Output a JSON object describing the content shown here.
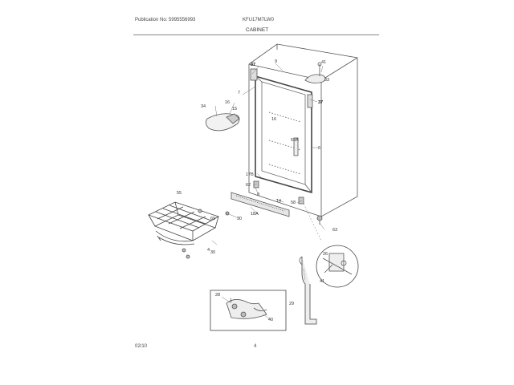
{
  "header": {
    "publication": "Publication No: 5995556993",
    "model": "KFU17M7LW0",
    "section": "CABINET"
  },
  "footer": {
    "date": "02/10",
    "page": "4"
  },
  "callouts": {
    "c37a": "37",
    "c9": "9",
    "c41": "41",
    "c33": "33",
    "c37b": "37",
    "c7": "7",
    "c16": "16",
    "c34": "34",
    "c15": "15",
    "c16b": "16",
    "c59a": "59A",
    "c6": "6",
    "c17b": "17B",
    "c62": "62",
    "c8": "8",
    "c55": "55",
    "c69": "69",
    "c14": "14",
    "c30": "30",
    "c18a": "18A",
    "c63": "63",
    "c58": "58",
    "c26": "26",
    "c41b": "41",
    "c29": "29",
    "c4b": "4",
    "c30b": "30",
    "c1": "1",
    "c40": "40",
    "c28": "28"
  }
}
